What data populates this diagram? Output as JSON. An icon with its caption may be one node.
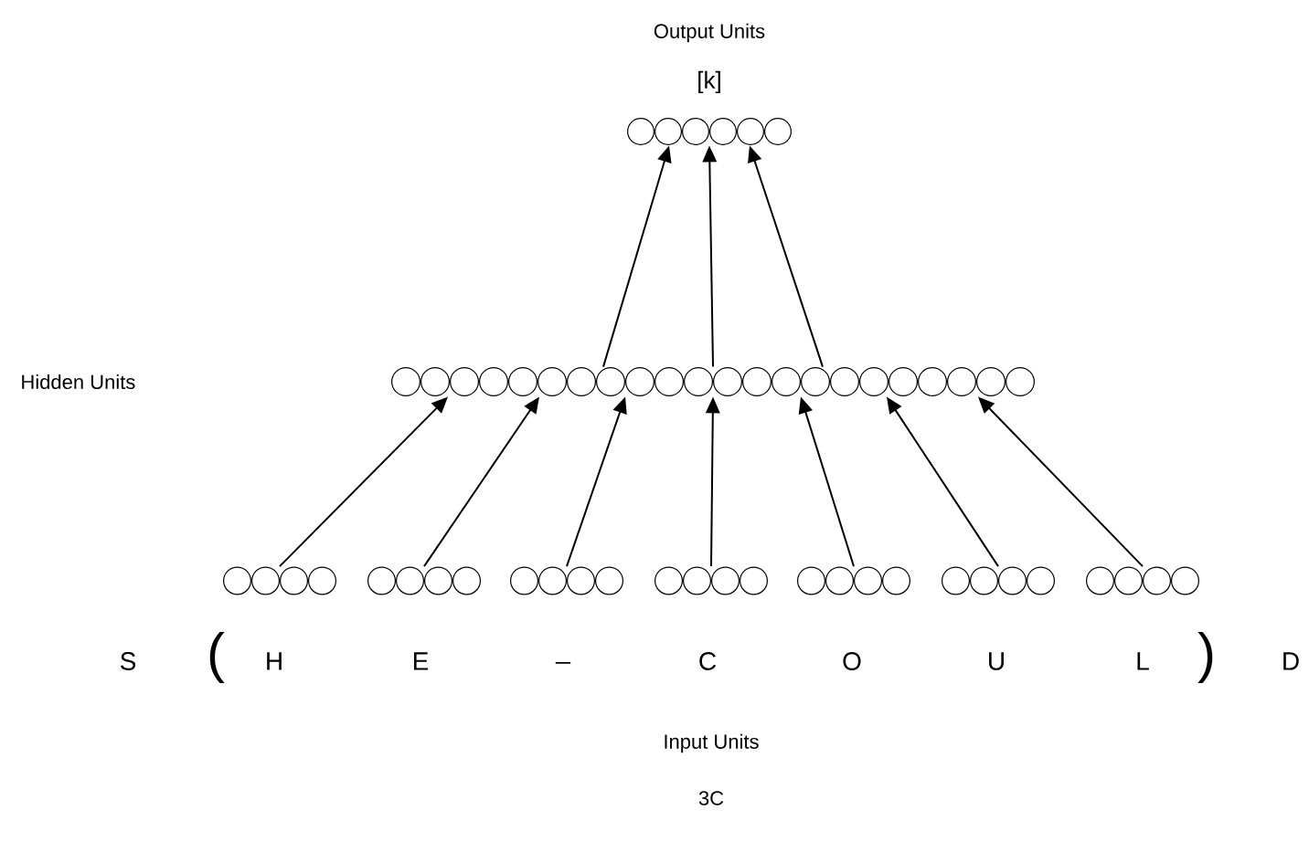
{
  "diagram": {
    "caption": "3C",
    "nodes": [
      {
        "text": [],
        "shape": "circle",
        "beside": [
          "Output Units",
          "[k]"
        ]
      },
      {
        "text": [],
        "shape": "circle"
      },
      {
        "text": [],
        "shape": "circle",
        "beside": [
          "H"
        ]
      },
      {
        "text": [],
        "shape": "circle",
        "beside": [
          "E"
        ]
      },
      {
        "text": [],
        "shape": "circle",
        "beside": [
          "_"
        ]
      },
      {
        "text": [],
        "shape": "circle",
        "beside": [
          "C"
        ]
      },
      {
        "text": [],
        "shape": "circle",
        "beside": [
          "O"
        ]
      },
      {
        "text": [],
        "shape": "circle",
        "beside": [
          "U"
        ]
      },
      {
        "text": [],
        "shape": "circle",
        "beside": [
          "L"
        ]
      }
    ],
    "edges": [
      {
        "from": 1,
        "to": 0,
        "arrow": "to"
      },
      {
        "from": 1,
        "to": 0,
        "arrow": "to"
      },
      {
        "from": 1,
        "to": 0,
        "arrow": "to"
      },
      {
        "from": 2,
        "to": 1,
        "arrow": "to"
      },
      {
        "from": 3,
        "to": 1,
        "arrow": "to"
      },
      {
        "from": 4,
        "to": 1,
        "arrow": "to"
      },
      {
        "from": 5,
        "to": 1,
        "arrow": "to"
      },
      {
        "from": 6,
        "to": 1,
        "arrow": "to"
      },
      {
        "from": 7,
        "to": 1,
        "arrow": "to"
      },
      {
        "from": 8,
        "to": 1,
        "arrow": "to"
      }
    ],
    "labels": [
      "Hidden Units",
      "S",
      "(",
      ")",
      "D",
      "Input Units"
    ]
  }
}
